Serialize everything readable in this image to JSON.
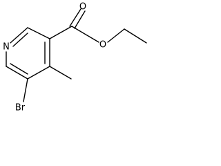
{
  "molecule": {
    "atoms": {
      "nitrogen": "N",
      "carbonyl_oxygen": "O",
      "ester_oxygen": "O",
      "bromine": "Br"
    },
    "colors": {
      "bond": "#000000",
      "label": "#000000",
      "background": "#ffffff"
    }
  }
}
